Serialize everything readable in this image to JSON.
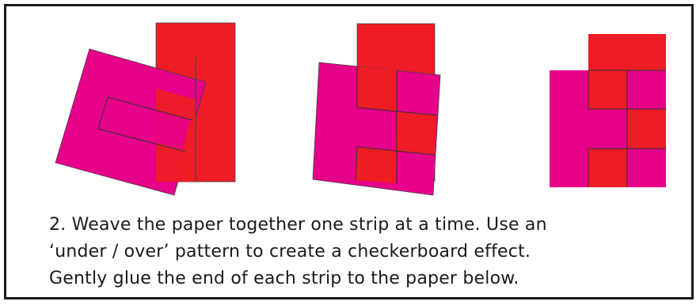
{
  "colors": {
    "red": "#ee1c25",
    "magenta": "#e6008a",
    "outline": "#333333",
    "border": "#1a1a1a"
  },
  "caption": {
    "line1": "2. Weave the paper together one strip at a time. Use an",
    "line2": "‘under / over’ pattern to create a checkerboard effect.",
    "line3": "Gently glue the end of each strip to the paper below."
  }
}
